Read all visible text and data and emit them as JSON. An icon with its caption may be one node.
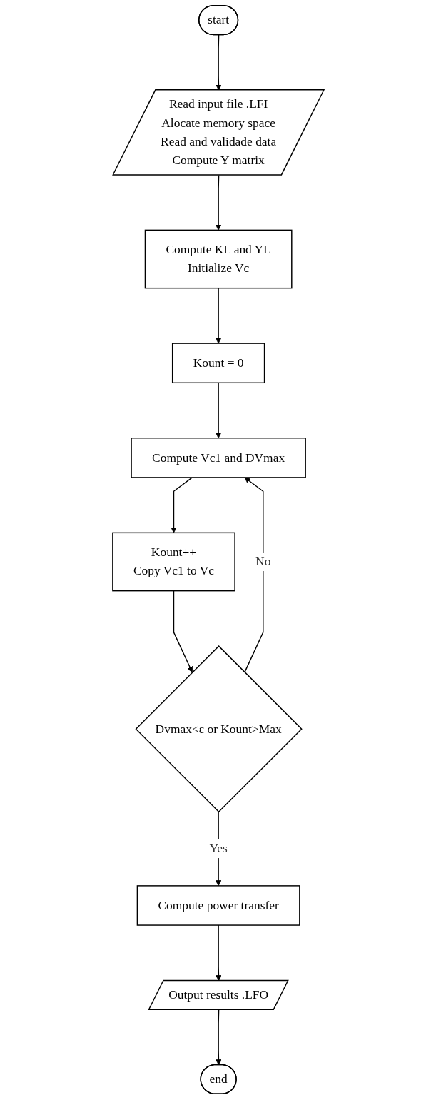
{
  "diagram": {
    "nodes": [
      {
        "text": [
          "start"
        ]
      },
      {
        "text": [
          "Read input file .LFI",
          "Alocate memory space",
          "Read and validade data",
          "Compute Y matrix"
        ]
      },
      {
        "text": [
          "Compute KL and YL",
          "Initialize Vc"
        ]
      },
      {
        "text": [
          "Kount = 0"
        ]
      },
      {
        "text": [
          "Compute Vc1 and DVmax"
        ]
      },
      {
        "text": [
          "Kount++",
          "Copy Vc1 to Vc"
        ]
      },
      {
        "text": [
          "Dvmax<ε or Kount>Max"
        ]
      },
      {
        "text": [
          "Compute power transfer"
        ]
      },
      {
        "text": [
          "Output results .LFO"
        ]
      },
      {
        "text": [
          "end"
        ]
      }
    ],
    "edges": [
      {
        "from": 0,
        "to": 1,
        "arrow": "to"
      },
      {
        "from": 1,
        "to": 2,
        "arrow": "to"
      },
      {
        "from": 2,
        "to": 3,
        "arrow": "to"
      },
      {
        "from": 3,
        "to": 4,
        "arrow": "to"
      },
      {
        "from": 4,
        "to": 5,
        "arrow": "to"
      },
      {
        "from": 5,
        "to": 6,
        "arrow": "to"
      },
      {
        "from": 6,
        "to": 4,
        "arrow": "to",
        "label": "No"
      },
      {
        "from": 6,
        "to": 7,
        "arrow": "to",
        "label": "Yes"
      },
      {
        "from": 7,
        "to": 8,
        "arrow": "to"
      },
      {
        "from": 8,
        "to": 9,
        "arrow": "to"
      }
    ]
  }
}
